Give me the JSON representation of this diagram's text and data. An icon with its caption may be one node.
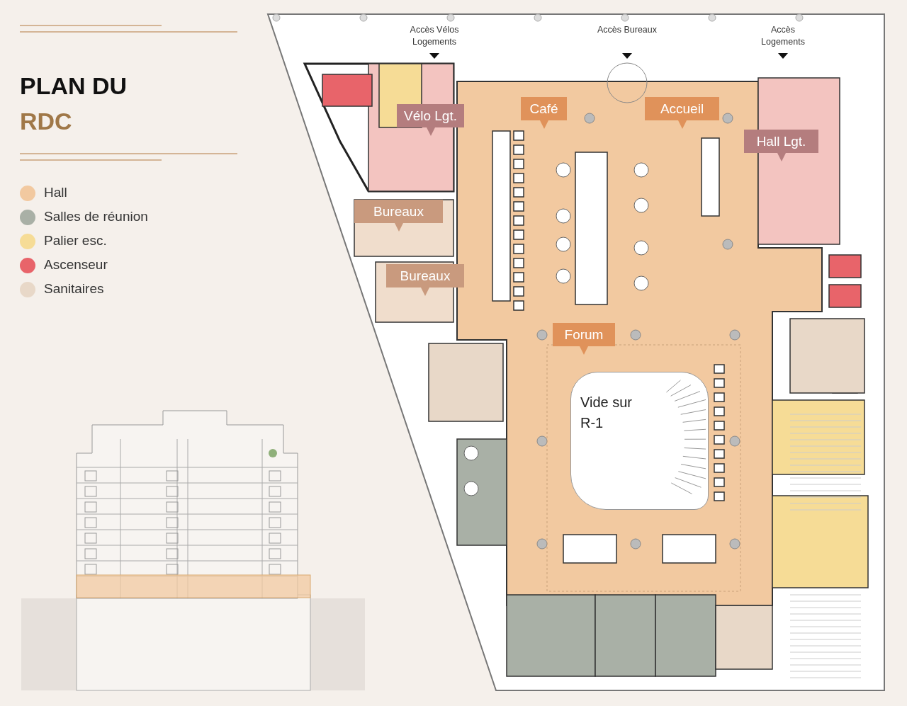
{
  "diagram": {
    "title": "PLAN DU RDC",
    "nodes": [
      {
        "text": [
          "Vélo Lgt."
        ]
      },
      {
        "text": [
          "Café"
        ]
      },
      {
        "text": [
          "Accueil"
        ]
      },
      {
        "text": [
          "Hall Lgt."
        ]
      },
      {
        "text": [
          "Bureaux"
        ]
      },
      {
        "text": [
          "Bureaux"
        ]
      },
      {
        "text": [
          "Forum"
        ]
      },
      {
        "text": [
          "Vide sur R-1"
        ]
      }
    ],
    "labels": [
      "Accès Vélos Logements",
      "Accès Bureaux",
      "Accès Logements"
    ],
    "legend": [
      {
        "text": "Hall",
        "color": "#f2c9a0"
      },
      {
        "text": "Salles de réunion",
        "color": "#a9b0a6"
      },
      {
        "text": "Palier esc.",
        "color": "#f6dc96"
      },
      {
        "text": "Ascenseur",
        "color": "#e8646a"
      },
      {
        "text": "Sanitaires",
        "color": "#e8d8c8"
      }
    ]
  }
}
